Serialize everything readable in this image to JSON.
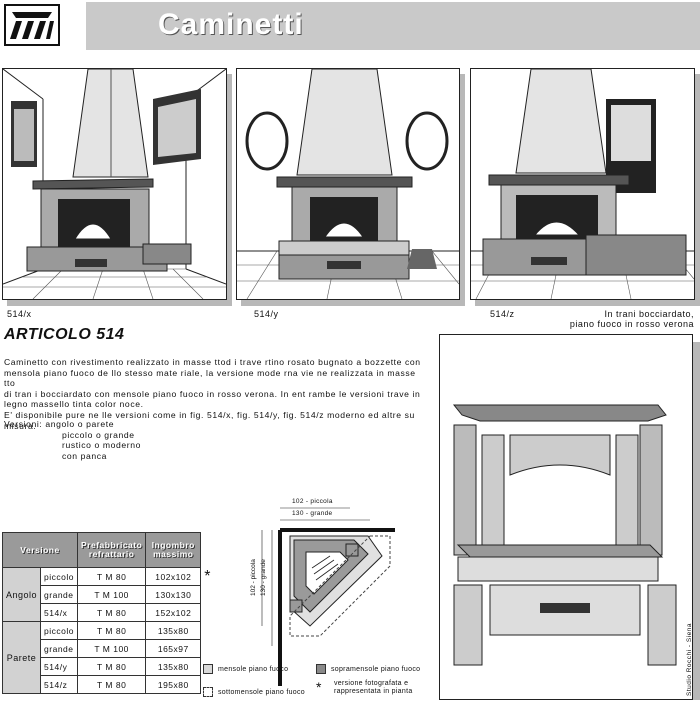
{
  "header": {
    "title": "Caminetti"
  },
  "captions": {
    "x": "514/x",
    "y": "514/y",
    "z": "514/z",
    "z_note_1": "In trani bocciardato,",
    "z_note_2": "piano fuoco in rosso verona"
  },
  "article": {
    "heading": "ARTICOLO 514",
    "description": [
      "Caminetto con rivestimento realizzato in masse ttod i trave rtino rosato bugnato a bozzette con",
      "mensola piano fuoco de llo stesso mate riale, la versione mode rna vie ne realizzata in masse tto",
      "di tran i bocciardato con mensole piano fuoco in rosso verona. In ent rambe le versioni trave in",
      "legno massello tinta color noce.",
      "E' disponibile pure ne lle versioni come in fig. 514/x, fig. 514/y, fig. 514/z moderno ed altre su",
      "misura."
    ],
    "versions_label": "Versioni: angolo o parete",
    "versions": [
      "piccolo o grande",
      "rustico o moderno",
      "con panca"
    ]
  },
  "table": {
    "headers": [
      "Versione",
      "Prefabbricato refrattario",
      "Ingombro massimo"
    ],
    "groups": [
      {
        "name": "Angolo",
        "rows": [
          {
            "sub": "piccolo",
            "pref": "T M 80",
            "ingombro": "102x102",
            "note": "*"
          },
          {
            "sub": "grande",
            "pref": "T M 100",
            "ingombro": "130x130",
            "note": ""
          },
          {
            "sub": "514/x",
            "pref": "T M 80",
            "ingombro": "152x102",
            "note": ""
          }
        ]
      },
      {
        "name": "Parete",
        "rows": [
          {
            "sub": "piccolo",
            "pref": "T M 80",
            "ingombro": "135x80",
            "note": ""
          },
          {
            "sub": "grande",
            "pref": "T M 100",
            "ingombro": "165x97",
            "note": ""
          },
          {
            "sub": "514/y",
            "pref": "T M 80",
            "ingombro": "135x80",
            "note": ""
          },
          {
            "sub": "514/z",
            "pref": "T M 80",
            "ingombro": "195x80",
            "note": ""
          }
        ]
      }
    ]
  },
  "plan": {
    "dim_top_1": "102 - piccola",
    "dim_top_2": "130 - grande",
    "dim_left_1": "102 - piccola",
    "dim_left_2": "130 - grande"
  },
  "legend": {
    "mensole": "mensole piano fuoco",
    "sopramensole": "sopramensole piano fuoco",
    "sottomensole": "sottomensole piano fuoco",
    "versione_1": "versione fotografata e",
    "versione_2": "rappresentata in pianta",
    "star": "*"
  },
  "credit": "Studio Rocchi - Siena",
  "colors": {
    "band": "#c9c9c9",
    "table_header": "#9a9a9a",
    "mensola": "#d9d9d9",
    "sopramensola": "#8a8a8a"
  }
}
